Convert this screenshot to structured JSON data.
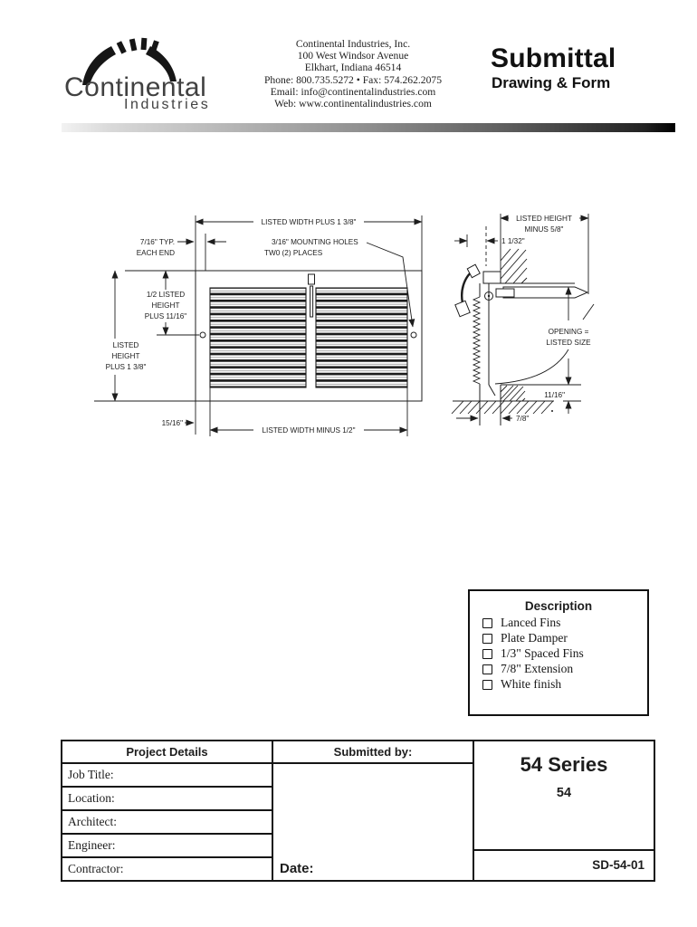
{
  "header": {
    "logo": {
      "name": "Continental",
      "sub": "Industries"
    },
    "company": {
      "lines": [
        "Continental Industries, Inc.",
        "100 West Windsor Avenue",
        "Elkhart, Indiana 46514",
        "Phone: 800.735.5272 • Fax: 574.262.2075",
        "Email: info@continentalindustries.com",
        "Web: www.continentalindustries.com"
      ]
    },
    "title": "Submittal",
    "subtitle": "Drawing & Form"
  },
  "front_view": {
    "dim_width_top": "LISTED WIDTH PLUS 1 3/8\"",
    "dim_end_line1": "7/16\" TYP.",
    "dim_end_line2": "EACH END",
    "holes_line1": "3/16\" MOUNTING HOLES",
    "holes_line2": "TW0 (2) PLACES",
    "half_height_line1": "1/2 LISTED",
    "half_height_line2": "HEIGHT",
    "half_height_line3": "PLUS 11/16\"",
    "height_line1": "LISTED",
    "height_line2": "HEIGHT",
    "height_line3": "PLUS 1 3/8\"",
    "dim_bottom_left": "15/16\"",
    "dim_width_bottom": "LISTED WIDTH MINUS 1/2\""
  },
  "side_view": {
    "height_line1": "LISTED HEIGHT",
    "height_line2": "MINUS 5/8\"",
    "dim_projection": "1 1/32\"",
    "opening_line1": "OPENING =",
    "opening_line2": "LISTED SIZE",
    "dim_sill": "11/16\"",
    "dim_depth": "7/8\""
  },
  "description": {
    "title": "Description",
    "items": [
      "Lanced Fins",
      "Plate Damper",
      "1/3\" Spaced Fins",
      "7/8\" Extension",
      "White finish"
    ]
  },
  "form": {
    "project_details_header": "Project Details",
    "submitted_by_header": "Submitted by:",
    "fields": [
      "Job Title:",
      "Location:",
      "Architect:",
      "Engineer:",
      "Contractor:"
    ],
    "date_label": "Date:",
    "series_title": "54 Series",
    "series_model": "54",
    "doc_number": "SD-54-01"
  }
}
